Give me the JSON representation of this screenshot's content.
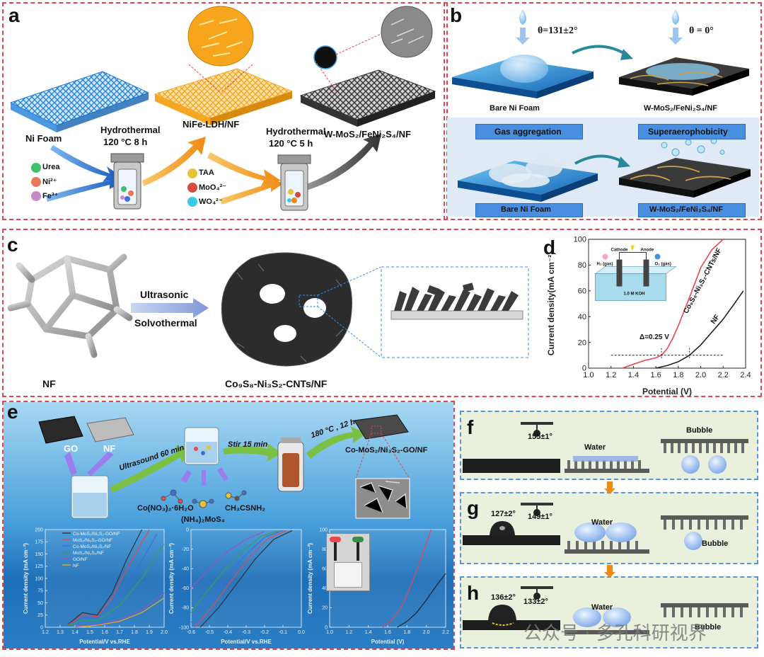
{
  "panels": {
    "a": {
      "label": "a",
      "ni_foam": "Ni Foam",
      "hydro1_title": "Hydrothermal",
      "hydro1_cond": "120 °C 8 h",
      "nife_ldh": "NiFe-LDH/NF",
      "hydro2_title": "Hydrothermal",
      "hydro2_cond": "120 °C 5 h",
      "product": "W-MoS₂/FeNi₂S₄/NF",
      "reagents1": [
        "Urea",
        "Ni²⁺",
        "Fe³⁺"
      ],
      "reagents1_colors": [
        "#3fbf6a",
        "#e8785a",
        "#c68bc6"
      ],
      "reagents2": [
        "TAA",
        "MoO₄²⁻",
        "WO₄²⁻"
      ],
      "reagents2_colors": [
        "#e6c43a",
        "#d84a3c",
        "#3cc8e8"
      ]
    },
    "b": {
      "label": "b",
      "theta1": "θ=131±2°",
      "theta2": "θ = 0°",
      "bare1": "Bare Ni Foam",
      "product1": "W-MoS₂/FeNi₂S₄/NF",
      "gas": "Gas aggregation",
      "super": "Superaerophobicity",
      "bare2": "Bare Ni Foam",
      "product2": "W-MoS₂/FeNi₂S₄/NF"
    },
    "c": {
      "label": "c",
      "nf": "NF",
      "ultrasonic": "Ultrasonic",
      "solvothermal": "Solvothermal",
      "product": "Co₉S₈-Ni₃S₂-CNTs/NF"
    },
    "d": {
      "label": "d",
      "delta": "Δ=0.25 V",
      "inset_cathode": "Cathode",
      "inset_anode": "Anode",
      "inset_h2": "H₂ (gas)",
      "inset_o2": "O₂ (gas)",
      "inset_koh": "1.0 M KOH"
    },
    "e": {
      "label": "e",
      "go": "GO",
      "nf": "NF",
      "ultrasound": "Ultrasound 60 min",
      "stir": "Stir 15 min",
      "heat": "180 °C , 12 h",
      "product": "Co-MoS₂/Ni₃S₂-GO/NF",
      "chem1": "Co(NO₃)₂·6H₂O",
      "chem2": "(NH₄)₂MoS₄",
      "chem3": "CH₃CSNH₂"
    },
    "f": {
      "label": "f",
      "angle": "155±1°",
      "water": "Water",
      "bubble": "Bubble"
    },
    "g": {
      "label": "g",
      "angle1": "149±1°",
      "angle2": "127±2°",
      "water": "Water",
      "bubble": "Bubble"
    },
    "h": {
      "label": "h",
      "angle1": "133±2°",
      "angle2": "136±2°",
      "water": "Water",
      "bubble": "Bubble"
    }
  },
  "watermark": "公众号 · 多孔科研视界",
  "colors": {
    "border": "#e0454f",
    "blue_foam": "#1f7fd8",
    "orange": "#f5a623",
    "red_curve": "#e8474f"
  },
  "chart_data": [
    {
      "type": "line",
      "xlabel": "Potential (V)",
      "ylabel": "Current density(mA cm⁻²)",
      "xlim": [
        1.0,
        2.4
      ],
      "ylim": [
        0,
        100
      ],
      "xticks": [
        "1.0",
        "1.2",
        "1.4",
        "1.6",
        "1.8",
        "2.0",
        "2.2",
        "2.4"
      ],
      "yticks": [
        "0",
        "20",
        "40",
        "60",
        "80",
        "100"
      ],
      "series": [
        {
          "name": "Co₉S₈-Ni₃S₂-CNTs/NF",
          "color": "#e8474f",
          "x": [
            1.3,
            1.4,
            1.5,
            1.6,
            1.65,
            1.7,
            1.75,
            1.8,
            1.9,
            2.0,
            2.1,
            2.2
          ],
          "y": [
            0,
            3,
            6,
            8,
            10,
            15,
            23,
            33,
            55,
            78,
            92,
            100
          ]
        },
        {
          "name": "NF",
          "color": "#222222",
          "x": [
            1.6,
            1.7,
            1.8,
            1.9,
            2.0,
            2.1,
            2.2,
            2.3,
            2.38
          ],
          "y": [
            0,
            2,
            5,
            10,
            18,
            28,
            38,
            50,
            60
          ]
        }
      ]
    },
    {
      "type": "line",
      "xlabel": "Potential/V vs.RHE",
      "ylabel": "Current density (mA cm⁻²)",
      "xlim": [
        1.2,
        2.0
      ],
      "ylim": [
        0,
        200
      ],
      "xticks": [
        "1.2",
        "1.3",
        "1.4",
        "1.5",
        "1.6",
        "1.7",
        "1.8",
        "1.9",
        "2.0"
      ],
      "yticks": [
        "0",
        "25",
        "50",
        "75",
        "100",
        "125",
        "150",
        "175",
        "200"
      ],
      "series": [
        {
          "name": "Co-MoS₂/Ni₃S₂-GO/NF",
          "color": "#333333",
          "x": [
            1.35,
            1.45,
            1.55,
            1.65,
            1.75,
            1.85
          ],
          "y": [
            5,
            30,
            25,
            70,
            140,
            200
          ]
        },
        {
          "name": "MoS₂/Ni₃S₂-GO/NF",
          "color": "#e8474f",
          "x": [
            1.35,
            1.45,
            1.55,
            1.65,
            1.75,
            1.9
          ],
          "y": [
            4,
            25,
            22,
            60,
            120,
            200
          ]
        },
        {
          "name": "Co-MoS₂/Ni₃S₂/NF",
          "color": "#3f6fd8",
          "x": [
            1.35,
            1.45,
            1.55,
            1.65,
            1.8,
            1.95
          ],
          "y": [
            3,
            20,
            18,
            50,
            110,
            190
          ]
        },
        {
          "name": "MoS₂/Ni₃S₂/NF",
          "color": "#3ca04a",
          "x": [
            1.35,
            1.45,
            1.55,
            1.7,
            1.85,
            2.0
          ],
          "y": [
            3,
            15,
            14,
            45,
            100,
            170
          ]
        },
        {
          "name": "GO/NF",
          "color": "#a050c0",
          "x": [
            1.4,
            1.55,
            1.7,
            1.85,
            2.0
          ],
          "y": [
            1,
            5,
            15,
            35,
            70
          ]
        },
        {
          "name": "NF",
          "color": "#e0b020",
          "x": [
            1.4,
            1.55,
            1.7,
            1.85,
            2.0
          ],
          "y": [
            0,
            4,
            12,
            30,
            60
          ]
        }
      ]
    },
    {
      "type": "line",
      "xlabel": "Potential/V vs.RHE",
      "ylabel": "Current density (mA cm⁻²)",
      "xlim": [
        -0.6,
        0.0
      ],
      "ylim": [
        -100,
        0
      ],
      "xticks": [
        "-0.6",
        "-0.5",
        "-0.4",
        "-0.3",
        "-0.2",
        "-0.1",
        "0.0"
      ],
      "yticks": [
        "-100",
        "-80",
        "-60",
        "-40",
        "-20",
        "0"
      ],
      "series": [
        {
          "name": "",
          "color": "#333333",
          "x": [
            -0.55,
            -0.45,
            -0.35,
            -0.25,
            -0.15,
            -0.05
          ],
          "y": [
            -100,
            -80,
            -55,
            -30,
            -10,
            -1
          ]
        },
        {
          "name": "",
          "color": "#e8474f",
          "x": [
            -0.58,
            -0.48,
            -0.38,
            -0.28,
            -0.18,
            -0.08
          ],
          "y": [
            -100,
            -78,
            -52,
            -28,
            -9,
            -1
          ]
        },
        {
          "name": "",
          "color": "#3f6fd8",
          "x": [
            -0.6,
            -0.5,
            -0.4,
            -0.3,
            -0.2,
            -0.1
          ],
          "y": [
            -95,
            -72,
            -48,
            -25,
            -8,
            -1
          ]
        },
        {
          "name": "",
          "color": "#3ca04a",
          "x": [
            -0.6,
            -0.52,
            -0.42,
            -0.32,
            -0.22,
            -0.12
          ],
          "y": [
            -85,
            -65,
            -42,
            -22,
            -7,
            -1
          ]
        },
        {
          "name": "",
          "color": "#a050c0",
          "x": [
            -0.6,
            -0.5,
            -0.4,
            -0.3,
            -0.2
          ],
          "y": [
            -60,
            -40,
            -22,
            -10,
            -2
          ]
        }
      ]
    },
    {
      "type": "line",
      "xlabel": "Potential (V)",
      "ylabel": "Current density (mA cm⁻²)",
      "xlim": [
        1.0,
        2.2
      ],
      "ylim": [
        0,
        100
      ],
      "xticks": [
        "1.0",
        "1.2",
        "1.4",
        "1.6",
        "1.8",
        "2.0",
        "2.2"
      ],
      "yticks": [
        "0",
        "20",
        "40",
        "60",
        "80",
        "100"
      ],
      "series": [
        {
          "name": "",
          "color": "#e8474f",
          "x": [
            1.55,
            1.65,
            1.75,
            1.85,
            1.95,
            2.05
          ],
          "y": [
            0,
            8,
            22,
            45,
            72,
            100
          ]
        },
        {
          "name": "",
          "color": "#222222",
          "x": [
            1.7,
            1.8,
            1.9,
            2.0,
            2.1,
            2.2
          ],
          "y": [
            0,
            6,
            15,
            28,
            42,
            55
          ]
        }
      ]
    }
  ]
}
